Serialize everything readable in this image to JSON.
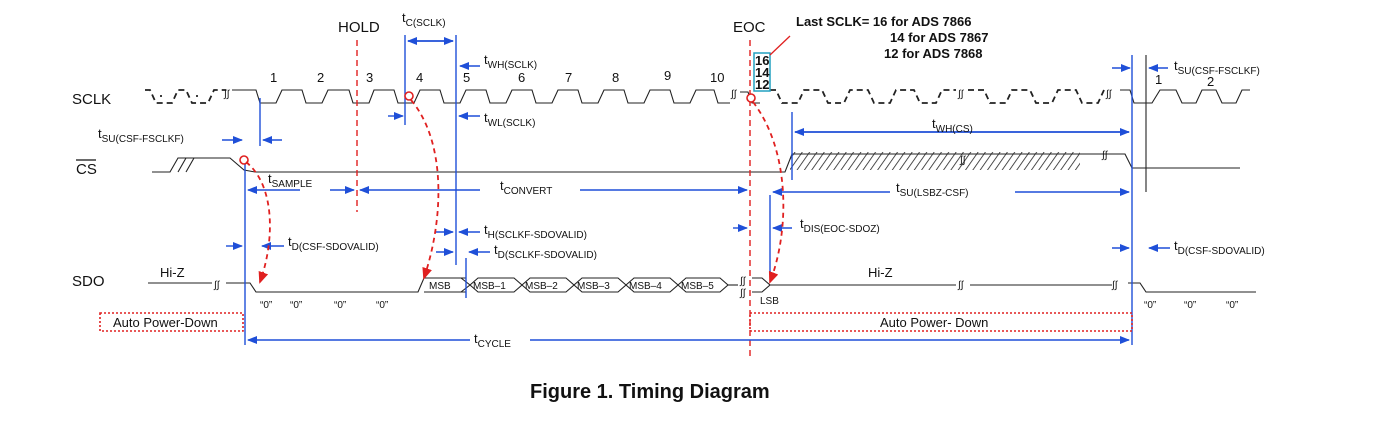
{
  "figure": {
    "caption": "Figure 1. Timing Diagram"
  },
  "signals": {
    "sclk": "SCLK",
    "cs": "CS",
    "sdo": "SDO"
  },
  "markers": {
    "hold": "HOLD",
    "eoc": "EOC"
  },
  "last_sclk_note": {
    "line1": "Last SCLK= 16 for ADS 7866",
    "line2": "14 for ADS 7867",
    "line3": "12 for ADS 7868",
    "box_values": [
      "16",
      "14",
      "12"
    ]
  },
  "clock_numbers": [
    "1",
    "2",
    "3",
    "4",
    "5",
    "6",
    "7",
    "8",
    "9",
    "10"
  ],
  "clock_numbers_next": [
    "1",
    "2"
  ],
  "timing_params": {
    "tc_sclk": {
      "main": "t",
      "sub": "C(SCLK)"
    },
    "twh_sclk": {
      "main": "t",
      "sub": "WH(SCLK)"
    },
    "twl_sclk": {
      "main": "t",
      "sub": "WL(SCLK)"
    },
    "tsu_csf_fsclkf_left": {
      "main": "t",
      "sub": "SU(CSF-FSCLKF)"
    },
    "tsu_csf_fsclkf_right": {
      "main": "t",
      "sub": "SU(CSF-FSCLKF)"
    },
    "twh_cs": {
      "main": "t",
      "sub": "WH(CS)"
    },
    "tsample": {
      "main": "t",
      "sub": "SAMPLE"
    },
    "tconvert": {
      "main": "t",
      "sub": "CONVERT"
    },
    "tsu_lsbz_csf": {
      "main": "t",
      "sub": "SU(LSBZ-CSF)"
    },
    "th_sclkf_sdovalid": {
      "main": "t",
      "sub": "H(SCLKF-SDOVALID)"
    },
    "td_sclkf_sdovalid": {
      "main": "t",
      "sub": "D(SCLKF-SDOVALID)"
    },
    "td_csf_sdovalid_left": {
      "main": "t",
      "sub": "D(CSF-SDOVALID)"
    },
    "td_csf_sdovalid_right": {
      "main": "t",
      "sub": "D(CSF-SDOVALID)"
    },
    "tdis_eoc_sdoz": {
      "main": "t",
      "sub": "DIS(EOC-SDOZ)"
    },
    "tcycle": {
      "main": "t",
      "sub": "CYCLE"
    }
  },
  "sdo": {
    "hiz_left": "Hi-Z",
    "hiz_right": "Hi-Z",
    "zeros_left": [
      "“0”",
      "“0”",
      "“0”",
      "“0”"
    ],
    "zeros_right": [
      "“0”",
      "“0”",
      "“0”"
    ],
    "bits": [
      "MSB",
      "MSB–1",
      "MSB–2",
      "MSB–3",
      "MSB–4",
      "MSB–5"
    ],
    "lsb": "LSB"
  },
  "power": {
    "left": "Auto Power-Down",
    "right": "Auto Power- Down"
  }
}
